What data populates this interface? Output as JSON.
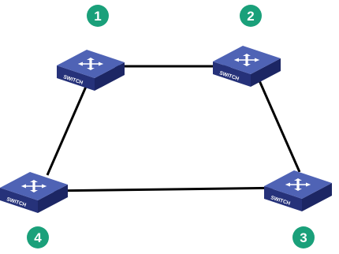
{
  "diagram": {
    "colors": {
      "badge": "#1aa07a",
      "switch_top": "#4f63b5",
      "switch_left": "#26327a",
      "switch_right": "#1c2664",
      "arrows": "#ffffff",
      "link": "#000000"
    },
    "switches": [
      {
        "id": "1",
        "badge": "1",
        "label": "SWITCH",
        "icon": "network-switch-icon"
      },
      {
        "id": "2",
        "badge": "2",
        "label": "SWITCH",
        "icon": "network-switch-icon"
      },
      {
        "id": "3",
        "badge": "3",
        "label": "SWITCH",
        "icon": "network-switch-icon"
      },
      {
        "id": "4",
        "badge": "4",
        "label": "SWITCH",
        "icon": "network-switch-icon"
      }
    ],
    "links": [
      {
        "from": "1",
        "to": "2"
      },
      {
        "from": "2",
        "to": "3"
      },
      {
        "from": "3",
        "to": "4"
      },
      {
        "from": "4",
        "to": "1"
      }
    ]
  }
}
